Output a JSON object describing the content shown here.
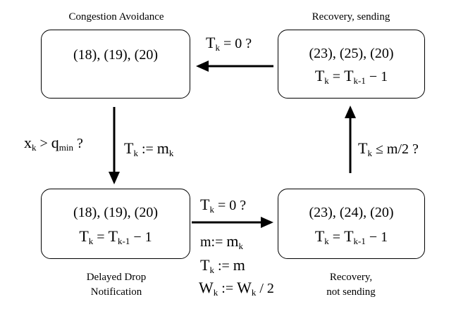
{
  "states": {
    "congestion_avoidance": {
      "caption": "Congestion Avoidance",
      "line1": "(18), (19), (20)"
    },
    "recovery_sending": {
      "caption": "Recovery, sending",
      "line1": "(23), (25), (20)"
    },
    "delayed_drop": {
      "caption_line1": "Delayed Drop",
      "caption_line2": "Notification",
      "line1": "(18), (19), (20)"
    },
    "recovery_not_sending": {
      "caption_line1": "Recovery,",
      "caption_line2": "not sending",
      "line1": "(23), (24), (20)"
    }
  },
  "symbols": {
    "T": "T",
    "k": "k",
    "k_minus_1": "k-1",
    "minus_one": " − 1",
    "equals": " = ",
    "assign": " := ",
    "m": "m",
    "W": "W",
    "div2": " / 2",
    "zero_q": " = 0 ?",
    "leq_half": " ≤ m/2 ?",
    "x": "x",
    "gt": " > ",
    "qmin": "q",
    "min": "min",
    "question": " ?",
    "m_assign": "m:= "
  }
}
